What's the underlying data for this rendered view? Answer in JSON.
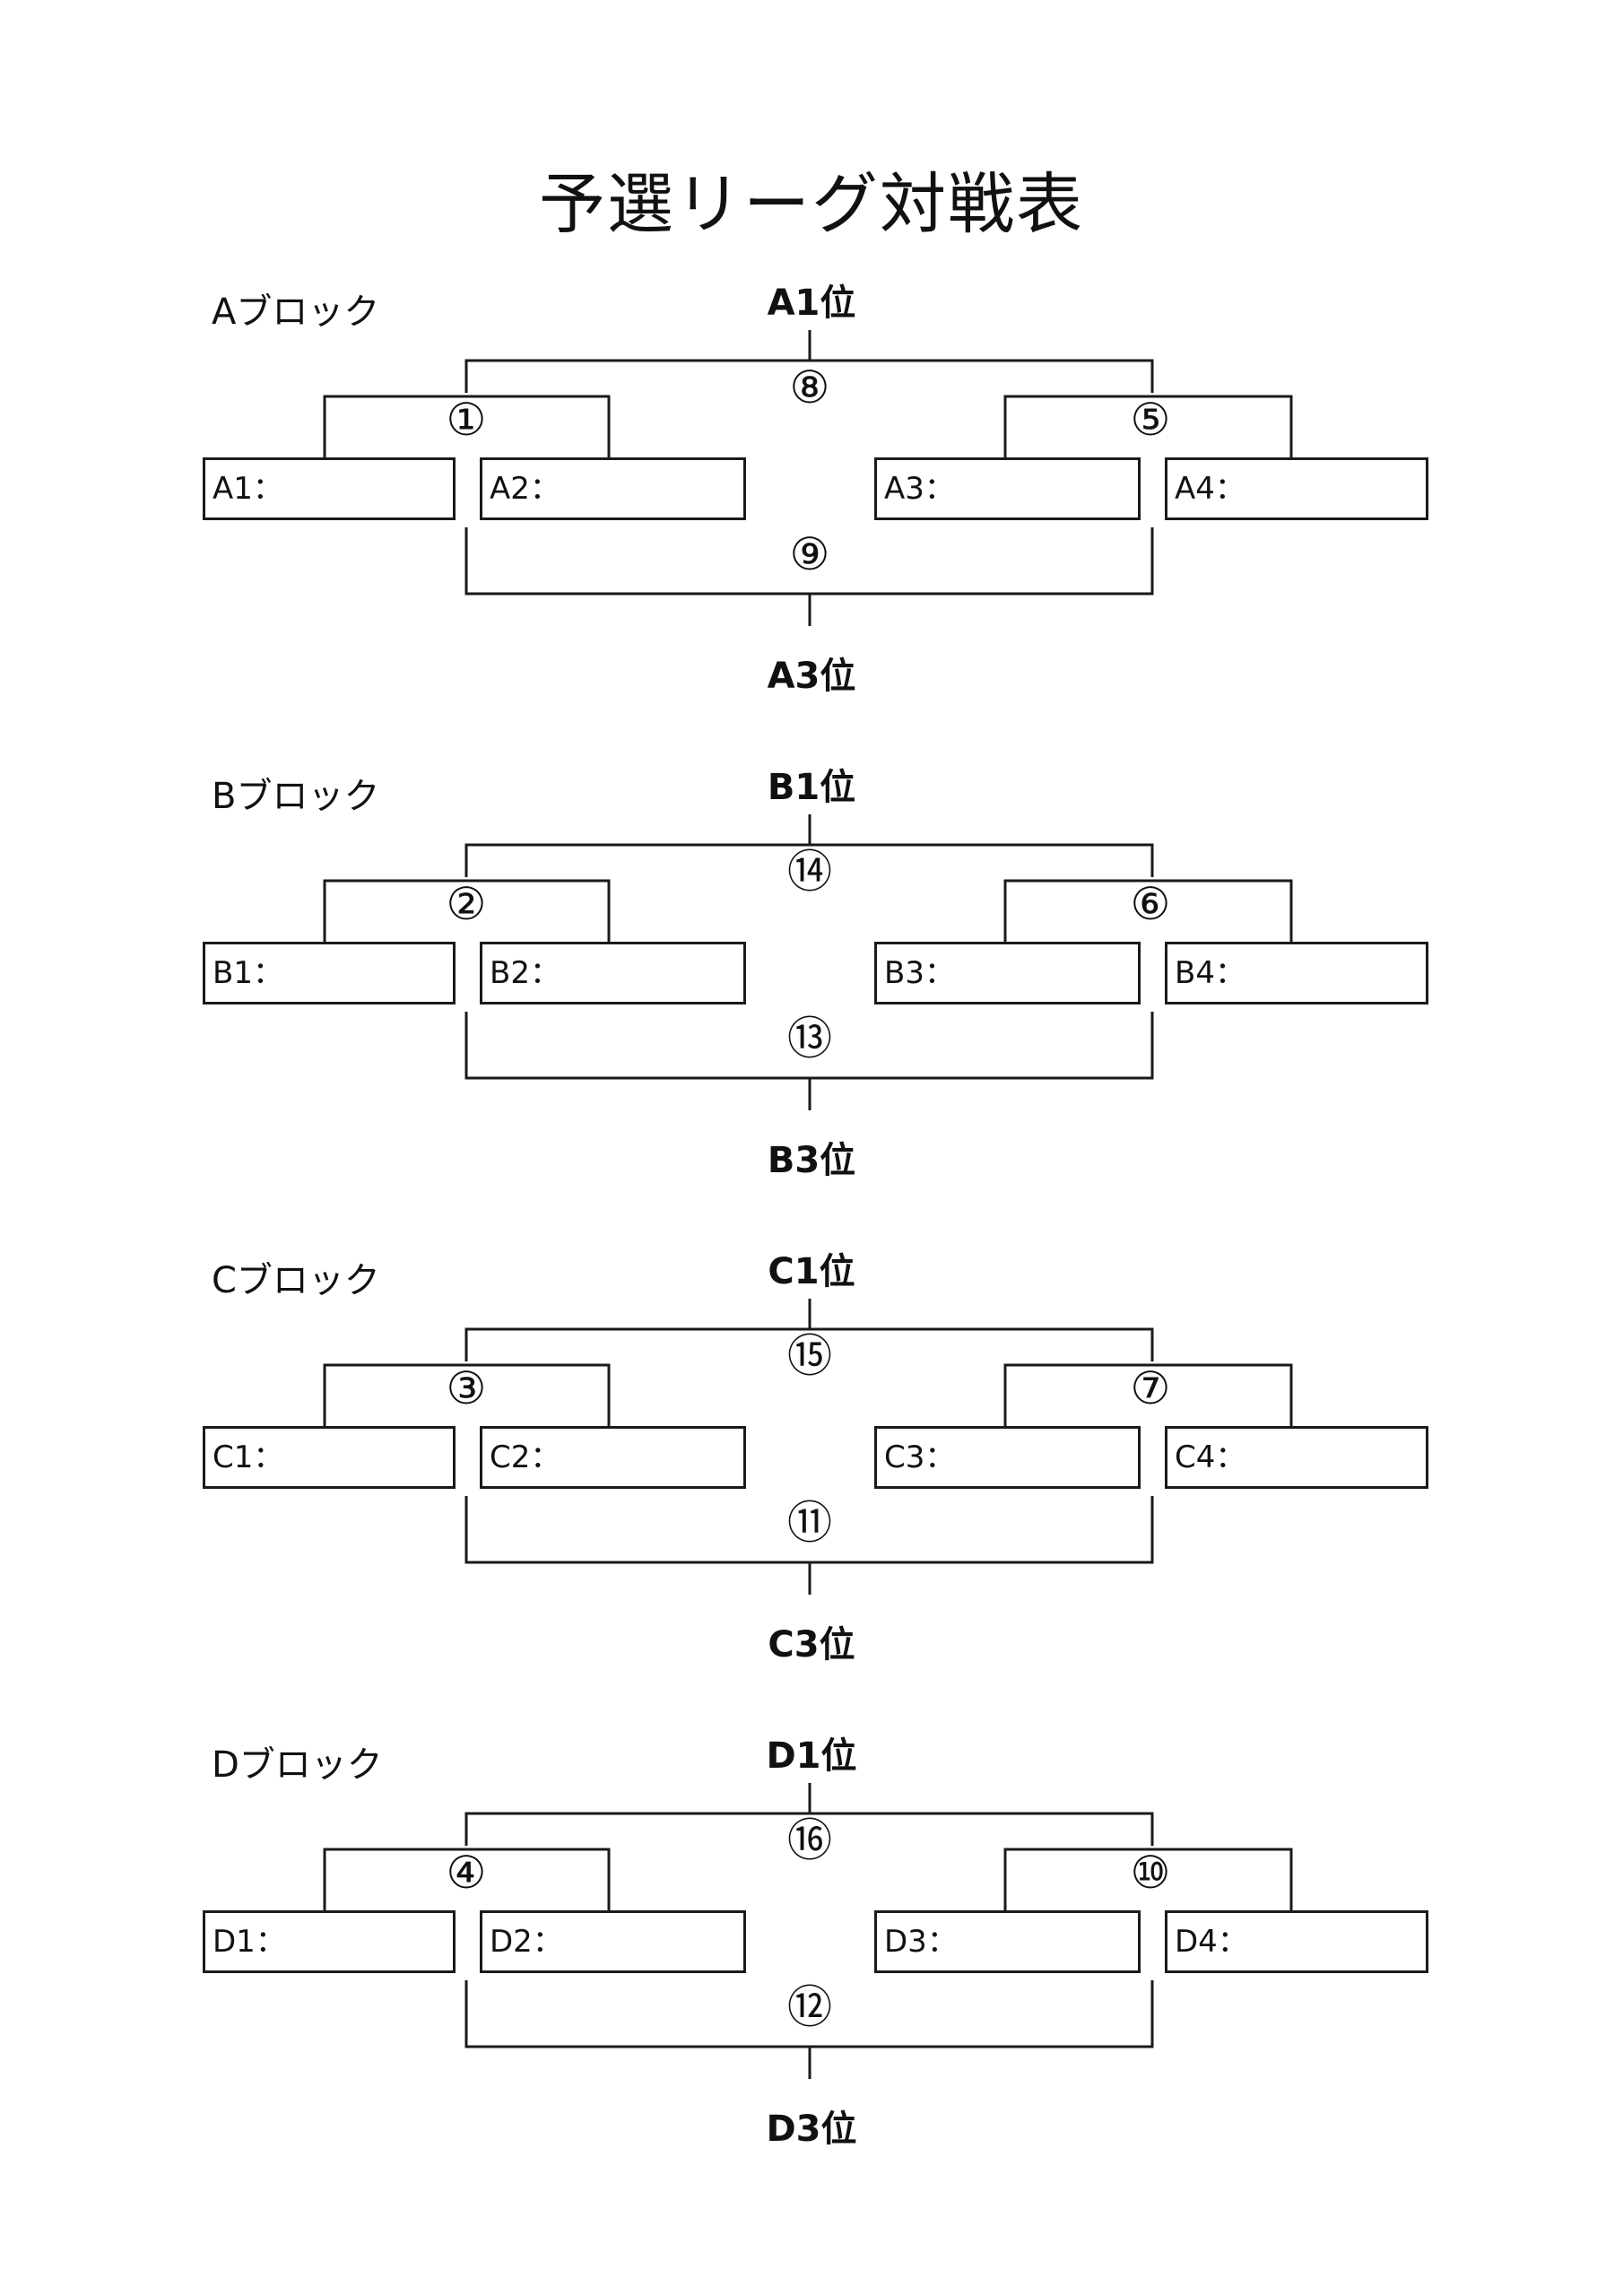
{
  "title": "予選リーグ対戦表",
  "blocks": [
    {
      "name": "Aブロック",
      "top_rank": "A1位",
      "bottom_rank": "A3位",
      "top_match": "⑧",
      "left_match": "①",
      "right_match": "⑤",
      "bottom_match": "⑨",
      "teams": [
        "A1：",
        "A2：",
        "A3：",
        "A4："
      ]
    },
    {
      "name": "Bブロック",
      "top_rank": "B1位",
      "bottom_rank": "B3位",
      "top_match": "⑭",
      "left_match": "②",
      "right_match": "⑥",
      "bottom_match": "⑬",
      "teams": [
        "B1：",
        "B2：",
        "B3：",
        "B4："
      ]
    },
    {
      "name": "Cブロック",
      "top_rank": "C1位",
      "bottom_rank": "C3位",
      "top_match": "⑮",
      "left_match": "③",
      "right_match": "⑦",
      "bottom_match": "⑪",
      "teams": [
        "C1：",
        "C2：",
        "C3：",
        "C4："
      ]
    },
    {
      "name": "Dブロック",
      "top_rank": "D1位",
      "bottom_rank": "D3位",
      "top_match": "⑯",
      "left_match": "④",
      "right_match": "⑩",
      "bottom_match": "⑫",
      "teams": [
        "D1：",
        "D2：",
        "D3：",
        "D4："
      ]
    }
  ]
}
